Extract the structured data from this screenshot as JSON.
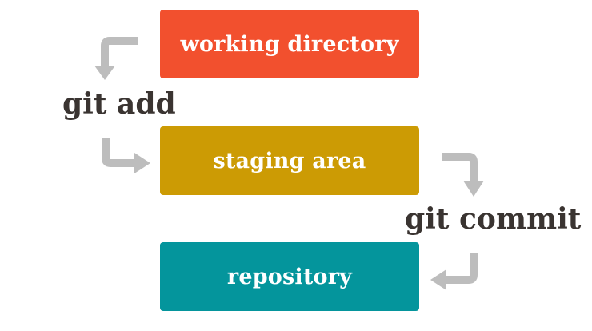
{
  "diagram": {
    "boxes": [
      {
        "label": "working directory",
        "color": "#f2502e"
      },
      {
        "label": "staging area",
        "color": "#cc9b04"
      },
      {
        "label": "repository",
        "color": "#04959c"
      }
    ],
    "commands": {
      "add": "git add",
      "commit": "git commit"
    },
    "arrow_color": "#bdbdbd",
    "text_color": "#3a3431"
  }
}
